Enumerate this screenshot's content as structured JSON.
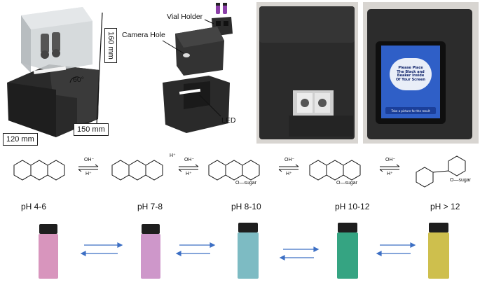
{
  "device": {
    "dimensions": {
      "height_label": "160 mm",
      "width_label": "120 mm",
      "depth_label": "150 mm",
      "angle_label": "60°"
    },
    "callouts": {
      "vial_holder": "Vial Holder",
      "camera_hole": "Camera Hole",
      "led": "LED"
    },
    "phone_screen": {
      "message": "Please Place The Black and Beaker Inside Of Your Screen",
      "button": "Take a picture for the result"
    }
  },
  "equilibria": [
    {
      "forward": "OH⁻",
      "reverse": "H⁺"
    },
    {
      "forward": "OH⁻",
      "reverse": "H⁺"
    },
    {
      "forward": "OH⁻",
      "reverse": "H⁺"
    },
    {
      "forward": "OH⁻",
      "reverse": "H⁺"
    }
  ],
  "proton_label": "H⁺",
  "sugar_label": "O—sugar",
  "ph_states": [
    {
      "label": "pH 4-6",
      "vial_color": "#d48ab6"
    },
    {
      "label": "pH 7-8",
      "vial_color": "#c98cc4"
    },
    {
      "label": "pH 8-10",
      "vial_color": "#6fb4bd"
    },
    {
      "label": "pH 10-12",
      "vial_color": "#1f9a74"
    },
    {
      "label": "pH > 12",
      "vial_color": "#c9b83a"
    }
  ],
  "colors": {
    "arrow_blue": "#3c6fc4",
    "device_dark": "#2c2c2c",
    "screen_blue": "#2f5fc7"
  }
}
